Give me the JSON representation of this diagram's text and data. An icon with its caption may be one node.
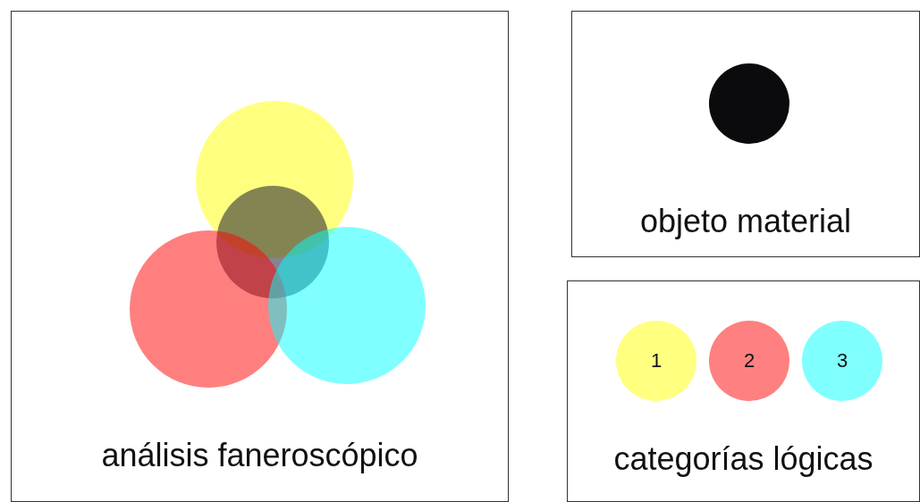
{
  "diagram": {
    "nodes": [
      {
        "text": [
          "análisis faneroscópico"
        ]
      },
      {
        "text": [],
        "shape": "circle",
        "in": 0
      },
      {
        "text": [],
        "shape": "circle",
        "in": 0
      },
      {
        "text": [],
        "shape": "circle",
        "in": 0
      },
      {
        "text": [],
        "shape": "circle",
        "in": 0
      },
      {
        "text": [
          "objeto material"
        ]
      },
      {
        "text": [],
        "shape": "circle",
        "in": 5
      },
      {
        "text": [
          "categorías lógicas"
        ]
      },
      {
        "text": [
          "1"
        ],
        "in": 7
      },
      {
        "text": [
          "2"
        ],
        "in": 7
      },
      {
        "text": [
          "3"
        ],
        "in": 7
      }
    ],
    "edges": []
  }
}
